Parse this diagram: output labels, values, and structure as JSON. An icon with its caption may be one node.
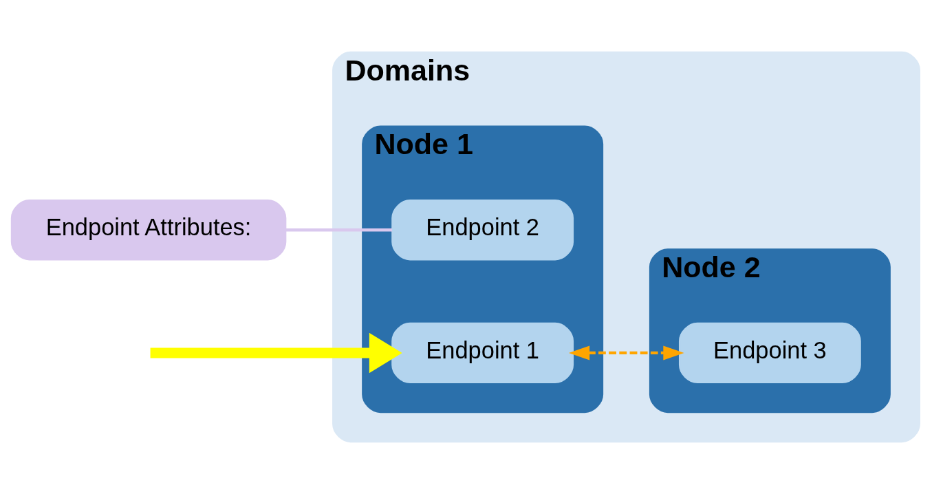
{
  "diagram": {
    "nodes": [
      {
        "text": [
          "Domains"
        ]
      },
      {
        "text": [
          "Node 1"
        ],
        "in": 0
      },
      {
        "text": [
          "Endpoint 1"
        ],
        "in": 1
      },
      {
        "text": [
          "Endpoint 2"
        ],
        "in": 1
      },
      {
        "text": [
          "Node 2"
        ],
        "in": 0
      },
      {
        "text": [
          "Endpoint 3"
        ],
        "in": 4
      },
      {
        "text": [
          "Endpoint Attributes:"
        ]
      }
    ],
    "edges": [
      {
        "from": null,
        "to": 2,
        "arrow": "to",
        "style": "thick",
        "color": "#ffff00"
      },
      {
        "from": 2,
        "to": 5,
        "arrow": "both",
        "style": "dashed",
        "color": "#ffa500"
      },
      {
        "from": 6,
        "to": 3,
        "arrow": "none",
        "color": "#d9c8ee"
      }
    ]
  }
}
